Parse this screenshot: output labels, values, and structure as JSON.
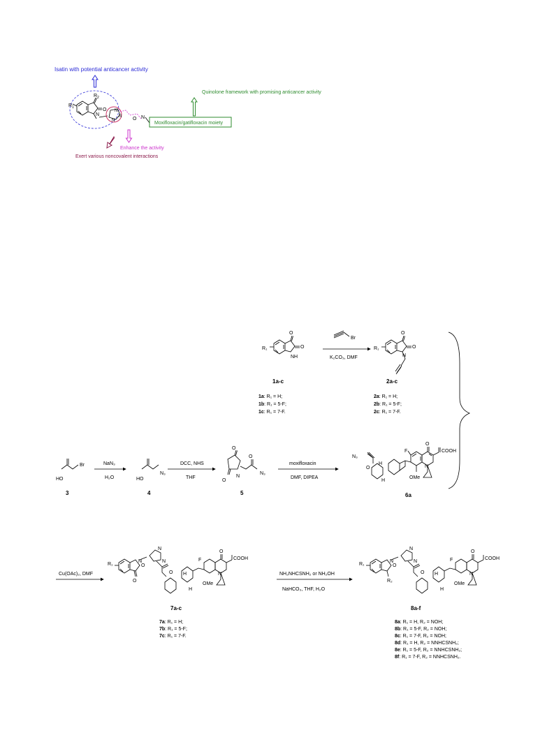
{
  "colors": {
    "isatin": "#2b2bd6",
    "quinolone": "#2e8b2e",
    "enhance": "#cc33cc",
    "noncovalent": "#8b1a4a",
    "bond": "#000000"
  },
  "figure_top": {
    "isatin_label": "Isatin with potential anticancer activity",
    "quinolone_label": "Quinolone framework with promising anticancer activity",
    "moiety_label": "Moxifloxacin/gatifloxacin moiety",
    "enhance_label": "Enhance the activity",
    "noncovalent_label": "Exert various noncovalent interactions",
    "atoms": {
      "R1": "R",
      "R1_sub": "1",
      "R2": "R",
      "R2_sub": "2",
      "O": "O",
      "N1": "N",
      "N2": "N",
      "N3": "N",
      "N4": "N",
      "O2": "O",
      "N5": "N"
    }
  },
  "scheme": {
    "step1": {
      "reagent_top": "Br",
      "conditions": "K₂CO₃, DMF",
      "start_id": "1a-c",
      "product_id": "2a-c",
      "start_variants": [
        {
          "id": "1a",
          "text": ": R₁ = H;"
        },
        {
          "id": "1b",
          "text": ": R₁ = 5-F;"
        },
        {
          "id": "1c",
          "text": ": R₁ = 7-F."
        }
      ],
      "product_variants": [
        {
          "id": "2a",
          "text": ": R₁ = H;"
        },
        {
          "id": "2b",
          "text": ": R₁ = 5-F;"
        },
        {
          "id": "2c",
          "text": ": R₁ = 7-F."
        }
      ]
    },
    "step2": {
      "reagent1": "NaN₃",
      "solvent1": "H₂O",
      "reagent2": "DCC, NHS",
      "solvent2": "THF",
      "reagent3": "moxifloxacin",
      "solvent3": "DMF, DIPEA",
      "c3": "3",
      "c4": "4",
      "c5": "5",
      "c6": "6a"
    },
    "step3": {
      "reagent": "Cu(OAc)₂, DMF",
      "reagent2": "NH₂NHCSNH₂ or NH₂OH",
      "conditions2": "NaHCO₃, THF, H₂O",
      "c7": "7a-c",
      "c8": "8a-f",
      "variants7": [
        {
          "id": "7a",
          "text": ": R₁ = H;"
        },
        {
          "id": "7b",
          "text": ": R₁ = 5-F;"
        },
        {
          "id": "7c",
          "text": ": R₁ = 7-F."
        }
      ],
      "variants8": [
        {
          "id": "8a",
          "text": ": R₁ = H, R₂ = NOH;"
        },
        {
          "id": "8b",
          "text": ": R₁ = 5-F, R₂ = NOH;"
        },
        {
          "id": "8c",
          "text": ": R₁ = 7-F, R₂ = NOH;"
        },
        {
          "id": "8d",
          "text": ": R₁ = H, R₂ = NNHCSNH₂;"
        },
        {
          "id": "8e",
          "text": ": R₁ = 5-F, R₂ = NNHCSNH₂;"
        },
        {
          "id": "8f",
          "text": ": R₁ = 7-F, R₂ = NNHCSNH₂."
        }
      ]
    },
    "atoms": {
      "O": "O",
      "N": "N",
      "NH": "N",
      "H": "H",
      "F": "F",
      "Br": "Br",
      "HO": "HO",
      "N3": "N₃",
      "COOH": "COOH",
      "OMe": "OMe",
      "R1": "R₁",
      "R2": "R₂"
    }
  }
}
